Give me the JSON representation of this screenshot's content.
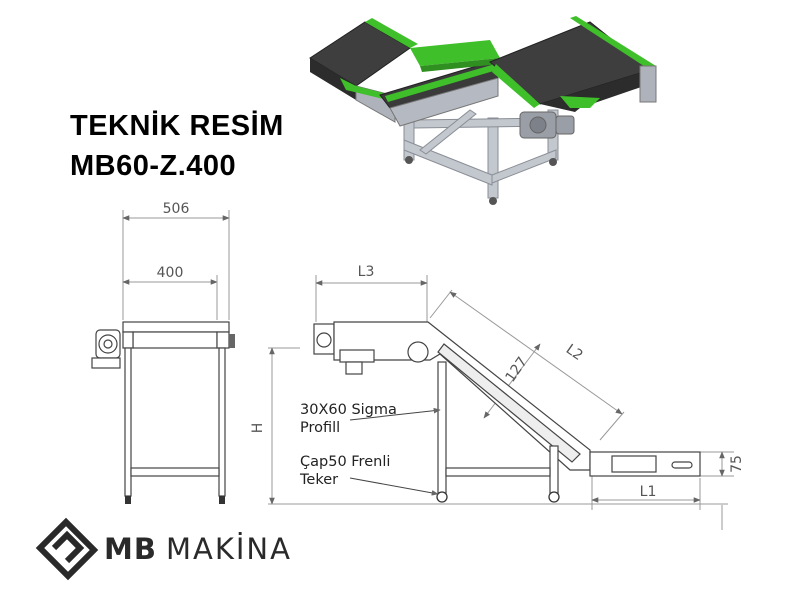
{
  "title": {
    "line1": "TEKNİK RESİM",
    "line2": "MB60-Z.400"
  },
  "dimensions": {
    "width_outer": "506",
    "width_inner": "400",
    "l3": "L3",
    "l2": "L2",
    "l1": "L1",
    "h": "H",
    "profile_height": "127",
    "end_height": "75"
  },
  "callouts": {
    "profile_line1": "30X60 Sigma",
    "profile_line2": "Profill",
    "wheel_line1": "Çap50 Frenli",
    "wheel_line2": "Teker"
  },
  "logo": {
    "brand_bold": "MB",
    "brand_thin": "MAKİNA"
  },
  "colors": {
    "belt_green": "#3fbf2a",
    "belt_dark": "#3a3a3a",
    "frame_steel": "#b8bcc4",
    "line": "#333333",
    "dim_line": "#888888"
  }
}
